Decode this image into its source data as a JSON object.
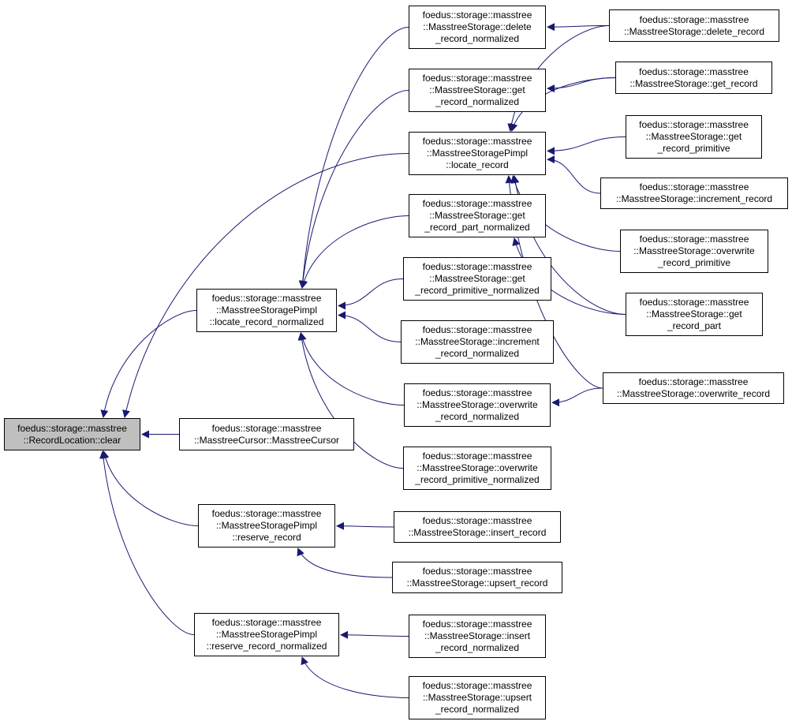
{
  "diagram": {
    "colors": {
      "edge": "#191970",
      "root_fill": "#bfbfbf",
      "node_fill": "#ffffff",
      "border": "#000000"
    },
    "nodes": [
      {
        "id": "n_clear",
        "lines": [
          "foedus::storage::masstree",
          "::RecordLocation::clear"
        ],
        "root": true
      },
      {
        "id": "n_cursor",
        "lines": [
          "foedus::storage::masstree",
          "::MasstreeCursor::MasstreeCursor"
        ]
      },
      {
        "id": "n_lrn",
        "lines": [
          "foedus::storage::masstree",
          "::MasstreeStoragePimpl",
          "::locate_record_normalized"
        ]
      },
      {
        "id": "n_rr",
        "lines": [
          "foedus::storage::masstree",
          "::MasstreeStoragePimpl",
          "::reserve_record"
        ]
      },
      {
        "id": "n_rrn",
        "lines": [
          "foedus::storage::masstree",
          "::MasstreeStoragePimpl",
          "::reserve_record_normalized"
        ]
      },
      {
        "id": "n_drn",
        "lines": [
          "foedus::storage::masstree",
          "::MasstreeStorage::delete",
          "_record_normalized"
        ]
      },
      {
        "id": "n_grn",
        "lines": [
          "foedus::storage::masstree",
          "::MasstreeStorage::get",
          "_record_normalized"
        ]
      },
      {
        "id": "n_lr",
        "lines": [
          "foedus::storage::masstree",
          "::MasstreeStoragePimpl",
          "::locate_record"
        ]
      },
      {
        "id": "n_grpn",
        "lines": [
          "foedus::storage::masstree",
          "::MasstreeStorage::get",
          "_record_part_normalized"
        ]
      },
      {
        "id": "n_grprn",
        "lines": [
          "foedus::storage::masstree",
          "::MasstreeStorage::get",
          "_record_primitive_normalized"
        ]
      },
      {
        "id": "n_irn",
        "lines": [
          "foedus::storage::masstree",
          "::MasstreeStorage::increment",
          "_record_normalized"
        ]
      },
      {
        "id": "n_orn",
        "lines": [
          "foedus::storage::masstree",
          "::MasstreeStorage::overwrite",
          "_record_normalized"
        ]
      },
      {
        "id": "n_orpn",
        "lines": [
          "foedus::storage::masstree",
          "::MasstreeStorage::overwrite",
          "_record_primitive_normalized"
        ]
      },
      {
        "id": "n_ir",
        "lines": [
          "foedus::storage::masstree",
          "::MasstreeStorage::insert_record"
        ]
      },
      {
        "id": "n_ur",
        "lines": [
          "foedus::storage::masstree",
          "::MasstreeStorage::upsert_record"
        ]
      },
      {
        "id": "n_irn2",
        "lines": [
          "foedus::storage::masstree",
          "::MasstreeStorage::insert",
          "_record_normalized"
        ]
      },
      {
        "id": "n_urn",
        "lines": [
          "foedus::storage::masstree",
          "::MasstreeStorage::upsert",
          "_record_normalized"
        ]
      },
      {
        "id": "n_dr",
        "lines": [
          "foedus::storage::masstree",
          "::MasstreeStorage::delete_record"
        ]
      },
      {
        "id": "n_gr",
        "lines": [
          "foedus::storage::masstree",
          "::MasstreeStorage::get_record"
        ]
      },
      {
        "id": "n_grp",
        "lines": [
          "foedus::storage::masstree",
          "::MasstreeStorage::get",
          "_record_primitive"
        ]
      },
      {
        "id": "n_incr",
        "lines": [
          "foedus::storage::masstree",
          "::MasstreeStorage::increment_record"
        ]
      },
      {
        "id": "n_orp",
        "lines": [
          "foedus::storage::masstree",
          "::MasstreeStorage::overwrite",
          "_record_primitive"
        ]
      },
      {
        "id": "n_grpart",
        "lines": [
          "foedus::storage::masstree",
          "::MasstreeStorage::get",
          "_record_part"
        ]
      },
      {
        "id": "n_or",
        "lines": [
          "foedus::storage::masstree",
          "::MasstreeStorage::overwrite_record"
        ]
      }
    ],
    "edges": [
      {
        "from": "n_cursor",
        "to": "n_clear"
      },
      {
        "from": "n_lrn",
        "to": "n_clear"
      },
      {
        "from": "n_rr",
        "to": "n_clear"
      },
      {
        "from": "n_rrn",
        "to": "n_clear"
      },
      {
        "from": "n_lr",
        "to": "n_clear"
      },
      {
        "from": "n_drn",
        "to": "n_lrn"
      },
      {
        "from": "n_grn",
        "to": "n_lrn"
      },
      {
        "from": "n_grpn",
        "to": "n_lrn"
      },
      {
        "from": "n_grprn",
        "to": "n_lrn"
      },
      {
        "from": "n_irn",
        "to": "n_lrn"
      },
      {
        "from": "n_orn",
        "to": "n_lrn"
      },
      {
        "from": "n_orpn",
        "to": "n_lrn"
      },
      {
        "from": "n_ir",
        "to": "n_rr"
      },
      {
        "from": "n_ur",
        "to": "n_rr"
      },
      {
        "from": "n_irn2",
        "to": "n_rrn"
      },
      {
        "from": "n_urn",
        "to": "n_rrn"
      },
      {
        "from": "n_dr",
        "to": "n_drn"
      },
      {
        "from": "n_gr",
        "to": "n_grn"
      },
      {
        "from": "n_dr",
        "to": "n_lr"
      },
      {
        "from": "n_gr",
        "to": "n_lr"
      },
      {
        "from": "n_grp",
        "to": "n_lr"
      },
      {
        "from": "n_incr",
        "to": "n_lr"
      },
      {
        "from": "n_orp",
        "to": "n_lr"
      },
      {
        "from": "n_grpart",
        "to": "n_lr"
      },
      {
        "from": "n_or",
        "to": "n_lr"
      },
      {
        "from": "n_grpart",
        "to": "n_grpn"
      },
      {
        "from": "n_or",
        "to": "n_orn"
      }
    ]
  }
}
